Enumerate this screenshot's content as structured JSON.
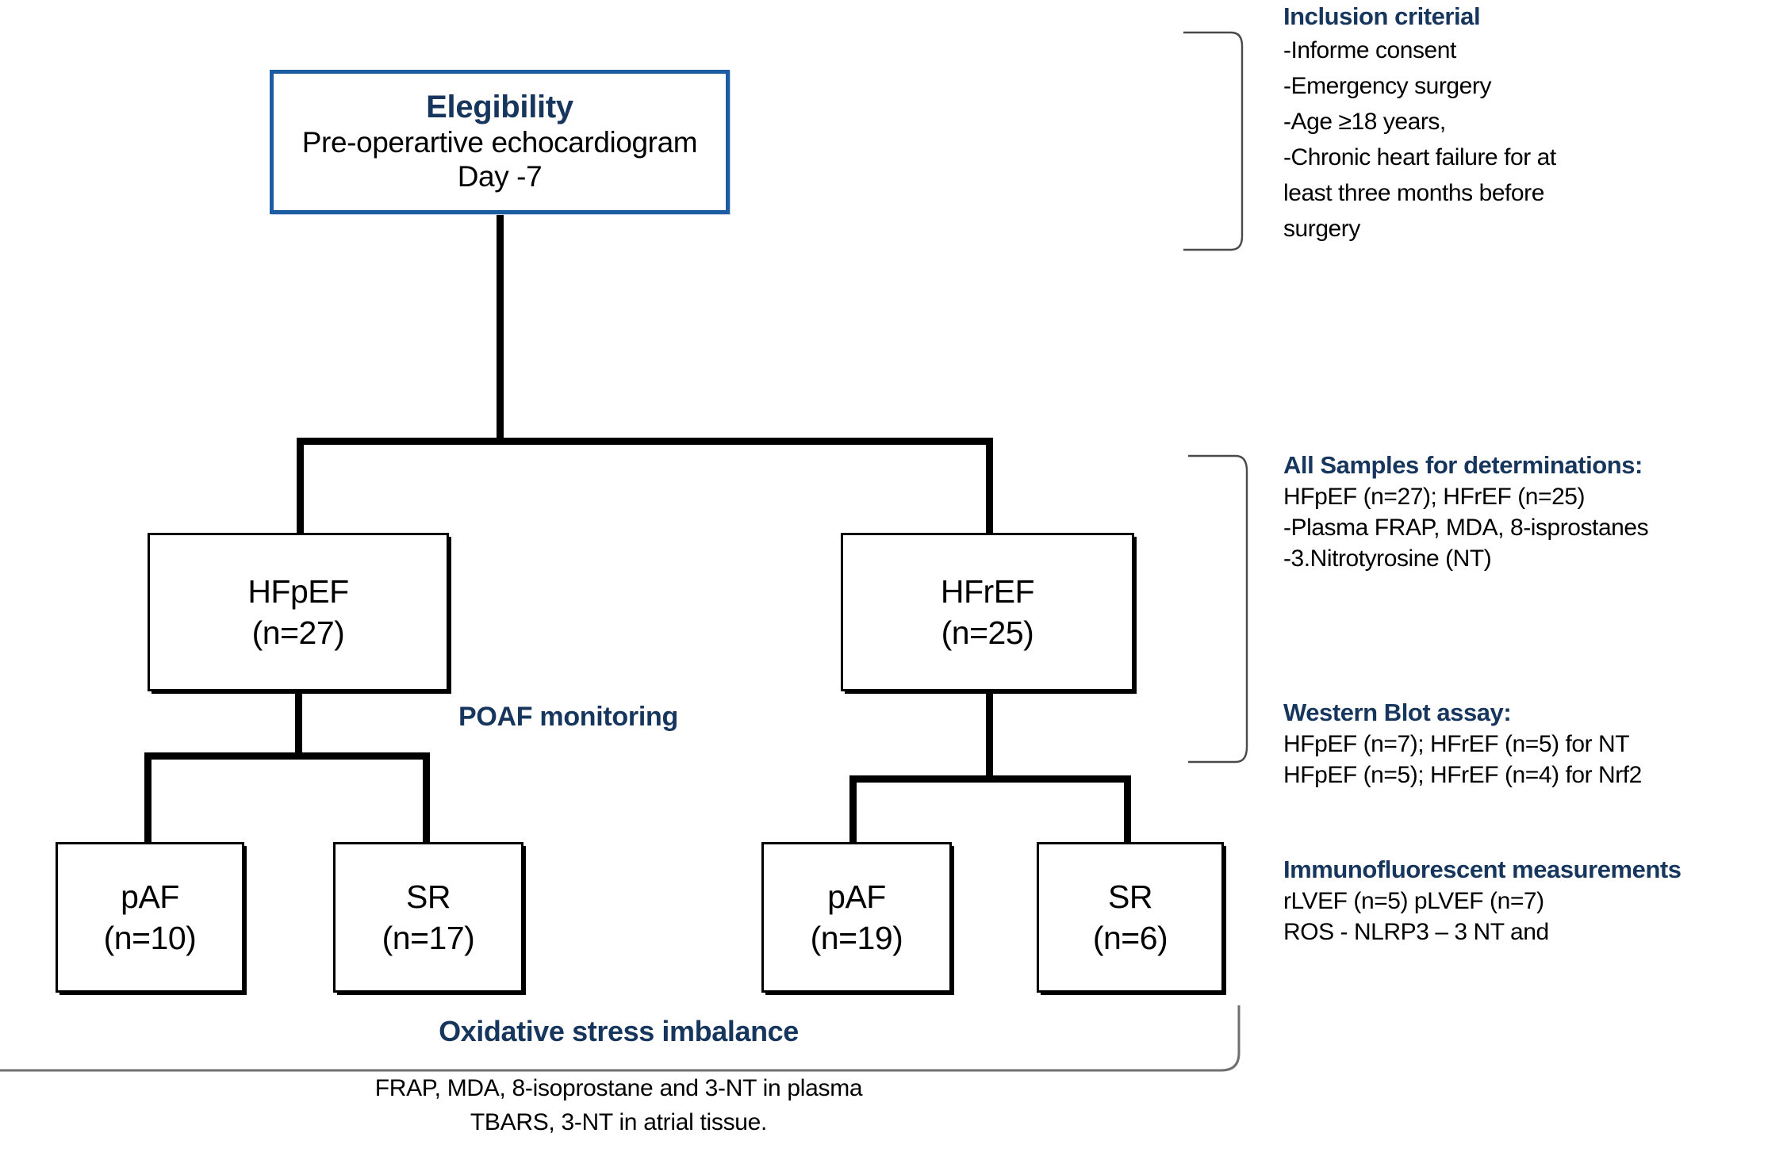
{
  "flow": {
    "eligibility": {
      "title": "Elegibility",
      "line2": "Pre-operartive echocardiogram",
      "line3": "Day -7"
    },
    "groups": [
      {
        "name": "HFpEF",
        "count": "(n=27)"
      },
      {
        "name": "HFrEF",
        "count": "(n=25)"
      }
    ],
    "outcomes": [
      {
        "name": "pAF",
        "count": "(n=10)"
      },
      {
        "name": "SR",
        "count": "(n=17)"
      },
      {
        "name": "pAF",
        "count": "(n=19)"
      },
      {
        "name": "SR",
        "count": "(n=6)"
      }
    ],
    "poaf_label": "POAF monitoring"
  },
  "annotations": {
    "inclusion": {
      "heading": "Inclusion criterial",
      "lines": [
        "-Informe consent",
        "-Emergency surgery",
        "-Age ≥18 years,",
        "-Chronic heart failure for at",
        "least three months before",
        "surgery"
      ]
    },
    "all_samples": {
      "heading": "All Samples for determinations:",
      "lines": [
        "HFpEF (n=27); HFrEF (n=25)",
        "-Plasma FRAP, MDA, 8-isprostanes",
        "-3.Nitrotyrosine (NT)"
      ]
    },
    "western_blot": {
      "heading": "Western Blot assay:",
      "lines": [
        "HFpEF (n=7); HFrEF (n=5) for NT",
        "HFpEF (n=5); HFrEF (n=4) for Nrf2"
      ]
    },
    "immunofluorescent": {
      "heading": "Immunofluorescent measurements",
      "lines": [
        "rLVEF (n=5)   pLVEF (n=7)",
        "ROS - NLRP3 – 3 NT and"
      ]
    }
  },
  "footer": {
    "title": "Oxidative stress imbalance",
    "line1": "FRAP, MDA, 8-isoprostane and 3-NT in plasma",
    "line2": "TBARS, 3-NT in atrial tissue."
  },
  "colors": {
    "heading_blue": "#17365D",
    "box_border_blue": "#1C5CA3",
    "line_black": "#000000",
    "bracket_gray": "#555555"
  }
}
